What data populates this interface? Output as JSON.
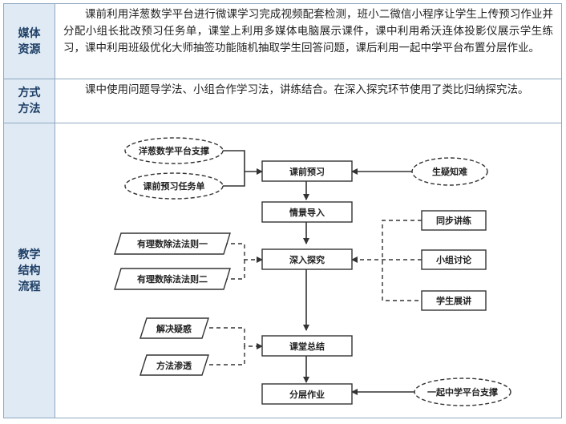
{
  "rows": [
    {
      "label": "媒体\n资源",
      "text": "课前利用洋葱数学平台进行微课学习完成视频配套检测，班小二微信小程序让学生上传预习作业并分配小组长批改预习任务单，课堂上利用多媒体电脑展示课件，课中利用希沃连体投影仪展示学生练习，课中利用班级优化大师抽签功能随机抽取学生回答问题，课后利用一起中学平台布置分层作业。"
    },
    {
      "label": "方式\n方法",
      "text": "课中使用问题导学法、小组合作学习法，讲练结合。在深入探究环节使用了类比归纳探究法。"
    },
    {
      "label": "教学\n结构\n流程"
    }
  ],
  "flow": {
    "main_steps": [
      "课前预习",
      "情景导入",
      "深入探究",
      "课堂总结",
      "分层作业"
    ],
    "left_ovals": [
      "洋葱数学平台支撑",
      "课前预习任务单"
    ],
    "left_parallelograms_explore": [
      "有理数除法法则一",
      "有理数除法法则二"
    ],
    "left_parallelograms_summary": [
      "解决疑惑",
      "方法渗透"
    ],
    "right_oval_top": "生疑知难",
    "right_boxes": [
      "同步讲练",
      "小组讨论",
      "学生展讲"
    ],
    "right_oval_bottom": "一起中学平台支撑"
  }
}
